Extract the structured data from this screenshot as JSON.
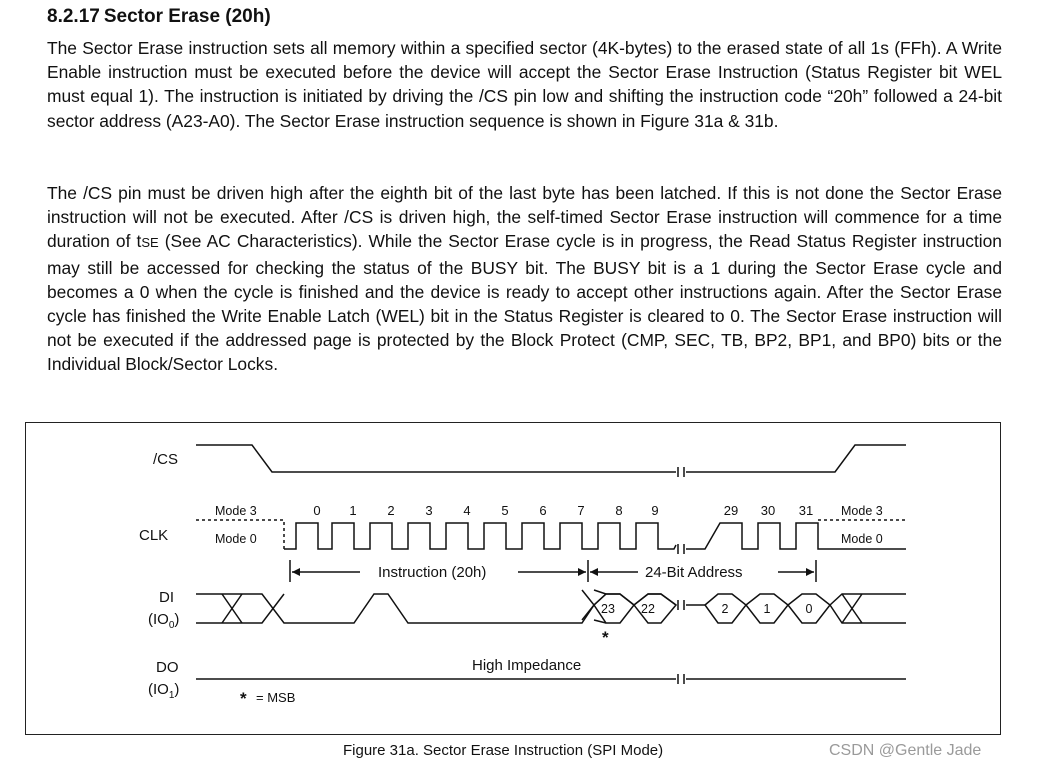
{
  "section": {
    "number": "8.2.17",
    "title": "Sector Erase (20h)"
  },
  "paragraph1": "The Sector Erase instruction sets all memory within a specified sector (4K-bytes) to the erased state of all 1s (FFh). A Write Enable instruction must be executed before the device will accept the Sector Erase Instruction (Status Register bit WEL must equal 1). The instruction is initiated by driving the /CS pin low and shifting the instruction code “20h” followed a 24-bit sector address (A23-A0). The Sector Erase instruction sequence is shown in Figure 31a & 31b.",
  "paragraph2": {
    "before": "The /CS pin must be driven high after the eighth bit of the last byte has been latched. If this is not done the Sector Erase instruction will not be executed. After /CS is driven high, the self-timed Sector Erase instruction will commence for a time duration of t",
    "subscript": "SE",
    "after": " (See AC Characteristics). While the Sector Erase cycle is in progress, the Read Status Register instruction may still be accessed for checking the status of the BUSY bit. The BUSY bit is a 1 during the Sector Erase cycle and becomes a 0 when the cycle is finished and the device is ready to accept other instructions again. After the Sector Erase cycle has finished the Write Enable Latch (WEL) bit in the Status Register is cleared to 0. The Sector Erase instruction will not be executed if the addressed page is protected by the Block Protect (CMP, SEC, TB, BP2, BP1, and BP0) bits or the Individual Block/Sector Locks."
  },
  "diagram": {
    "signals": {
      "cs": "/CS",
      "clk": "CLK",
      "di": "DI",
      "di_sub": "(IO",
      "di_idx": "0",
      "do": "DO",
      "do_sub": "(IO",
      "do_idx": "1",
      "paren": ")"
    },
    "modes": {
      "mode3": "Mode 3",
      "mode0": "Mode 0"
    },
    "clock_numbers": [
      "0",
      "1",
      "2",
      "3",
      "4",
      "5",
      "6",
      "7",
      "8",
      "9",
      "29",
      "30",
      "31"
    ],
    "instruction_label": "Instruction (20h)",
    "address_label": "24-Bit Address",
    "di_bits": [
      "23",
      "22",
      "2",
      "1",
      "0"
    ],
    "msb_marker": "*",
    "high_impedance": "High Impedance",
    "legend_star": "*",
    "legend_text": "= MSB"
  },
  "caption": "Figure 31a. Sector Erase Instruction (SPI Mode)",
  "watermark": "CSDN @Gentle Jade"
}
